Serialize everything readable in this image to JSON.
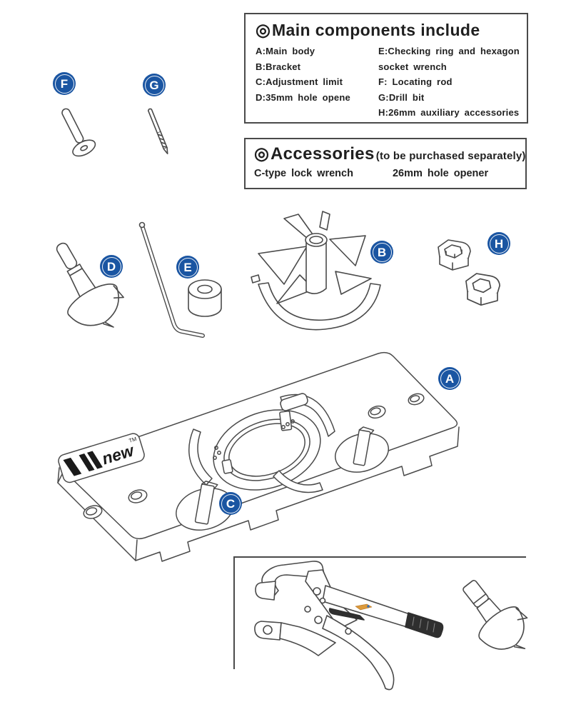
{
  "main_components_panel": {
    "bullet": "◎",
    "title": "Main components include",
    "left_items": [
      "A:Main body",
      "B:Bracket",
      "C:Adjustment limit",
      "D:35mm hole opene"
    ],
    "right_items": [
      "E:Checking ring and hexagon",
      "socket wrench",
      "F: Locating rod",
      "G:Drill bit",
      "H:26mm auxiliary accessories"
    ]
  },
  "accessories_panel": {
    "bullet": "◎",
    "title": "Accessories",
    "note": "(to be purchased separately)",
    "item1": "C-type lock wrench",
    "item2": "26mm hole opener"
  },
  "badges": {
    "a": "A",
    "b": "B",
    "c": "C",
    "d": "D",
    "e": "E",
    "f": "F",
    "g": "G",
    "h": "H"
  },
  "brand": {
    "name": "new",
    "tm": "TM"
  },
  "colors": {
    "badge_blue": "#1a55a2",
    "line": "#4a4a4a",
    "accent_orange": "#dc9a3b",
    "accent_blue": "#3a6fb5"
  }
}
